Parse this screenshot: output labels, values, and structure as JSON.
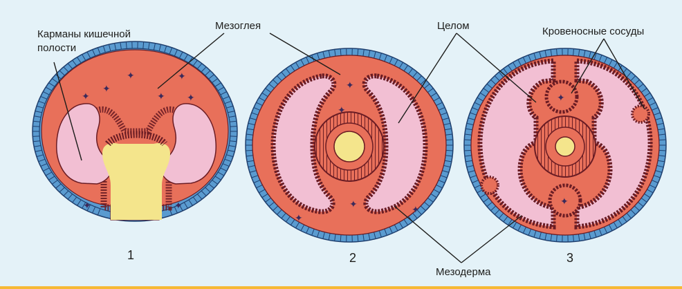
{
  "labels": {
    "pockets_line1": "Карманы кишечной",
    "pockets_line2": "полости",
    "mesoglea": "Мезоглея",
    "coelom": "Целом",
    "blood_vessels": "Кровеносные сосуды",
    "mesoderm": "Мезодерма"
  },
  "stages": [
    "1",
    "2",
    "3"
  ],
  "colors": {
    "background": "#e4f2f8",
    "bottom_rule": "#f6b935",
    "ectoderm": "#5a9bd0",
    "ectoderm_outline": "#1f3f6e",
    "mesoglea_fill": "#e8705a",
    "cavity_pink": "#f2bfd3",
    "gut_yellow": "#f4e58c",
    "outline": "#6a1c24",
    "cell_tick": "#3b2a5a"
  }
}
